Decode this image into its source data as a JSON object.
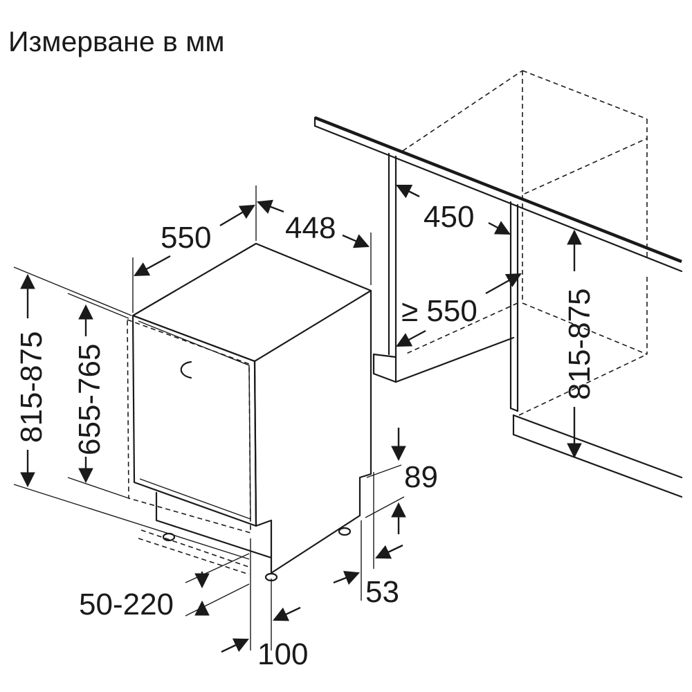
{
  "title": "Измерване в мм",
  "dimensions": {
    "depth_appliance": "550",
    "width_appliance": "448",
    "niche_width": "450",
    "niche_depth": "≥ 550",
    "height_total_left": "815-875",
    "height_door": "655-765",
    "height_total_right": "815-875",
    "toe_kick_height": "89",
    "toe_kick_offset": "53",
    "plinth_height": "50-220",
    "plinth_depth": "100"
  }
}
